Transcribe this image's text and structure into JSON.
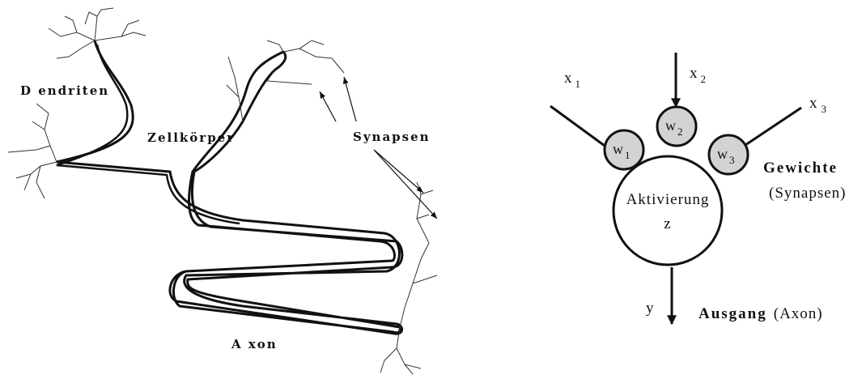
{
  "neuron": {
    "label_dendrites": "D endriten",
    "label_soma": "Zellkörper",
    "label_synapses": "Synapsen",
    "label_axon": "A xon"
  },
  "model": {
    "inputs": [
      {
        "name": "x",
        "sub": "1"
      },
      {
        "name": "x",
        "sub": "2"
      },
      {
        "name": "x",
        "sub": "3"
      }
    ],
    "weights": [
      {
        "name": "w",
        "sub": "1"
      },
      {
        "name": "w",
        "sub": "2"
      },
      {
        "name": "w",
        "sub": "3"
      }
    ],
    "activation_label": "Aktivierung",
    "activation_var": "z",
    "output_var": "y",
    "weights_title": "Gewichte",
    "weights_subtitle": "(Synapsen)",
    "output_title": "Ausgang",
    "output_subtitle": "(Axon)",
    "weight_fill": "#d3d3d3"
  }
}
